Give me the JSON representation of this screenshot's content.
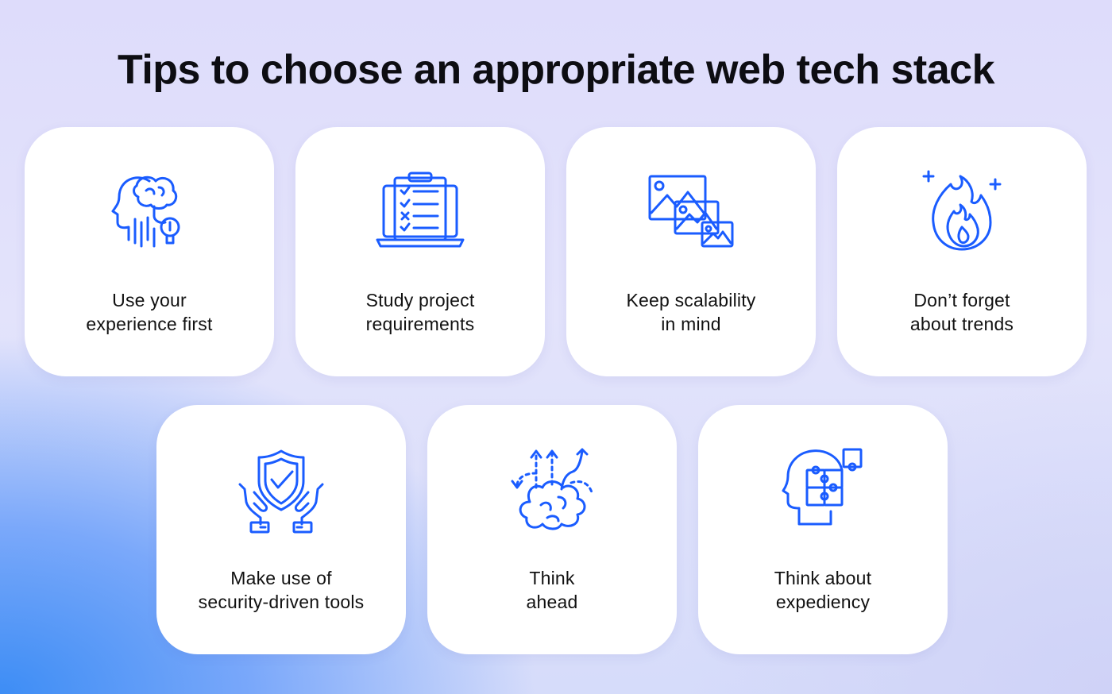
{
  "title": "Tips to choose an appropriate web tech stack",
  "accent_color": "#1a5cff",
  "cards": [
    {
      "icon": "brain-idea-icon",
      "line1": "Use your",
      "line2": "experience first"
    },
    {
      "icon": "clipboard-checklist-icon",
      "line1": "Study project",
      "line2": "requirements"
    },
    {
      "icon": "scaling-images-icon",
      "line1": "Keep scalability",
      "line2": "in mind"
    },
    {
      "icon": "fire-trend-icon",
      "line1": "Don’t forget",
      "line2": "about trends"
    },
    {
      "icon": "security-shield-hands-icon",
      "line1": "Make use of",
      "line2": "security-driven tools"
    },
    {
      "icon": "brain-arrows-icon",
      "line1": "Think",
      "line2": "ahead"
    },
    {
      "icon": "head-puzzle-icon",
      "line1": "Think about",
      "line2": "expediency"
    }
  ]
}
